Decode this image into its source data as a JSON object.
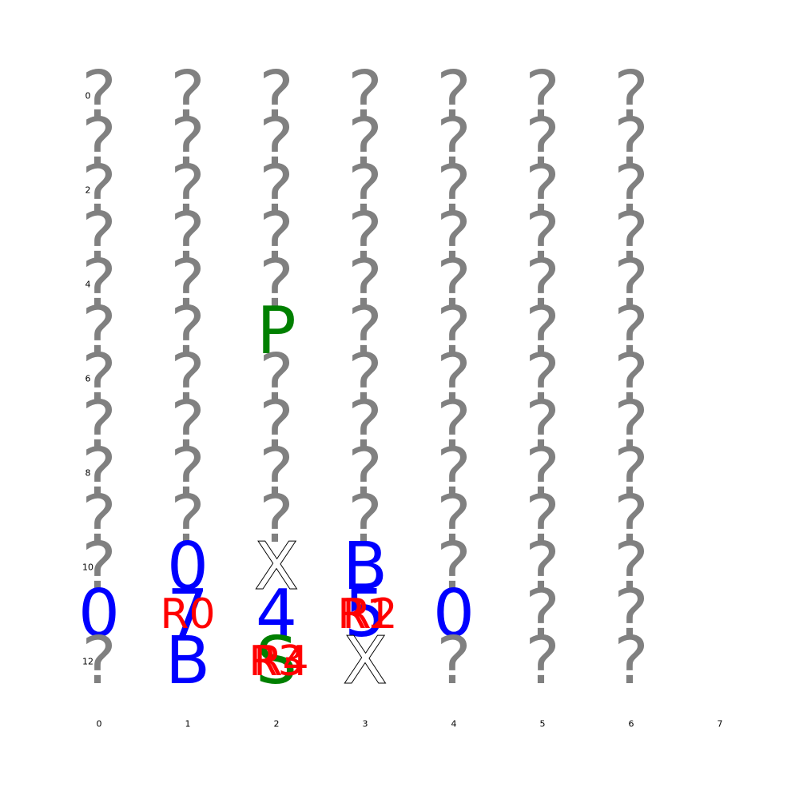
{
  "grid": {
    "columns": 7,
    "rows": 13,
    "unknown_symbol": "?",
    "cells": [
      {
        "col": 2,
        "row": 5,
        "text": "P",
        "kind": "green"
      },
      {
        "col": 0,
        "row": 11,
        "text": "0",
        "kind": "blue"
      },
      {
        "col": 1,
        "row": 10,
        "text": "0",
        "kind": "blue"
      },
      {
        "col": 1,
        "row": 11,
        "text": "7",
        "kind": "blue"
      },
      {
        "col": 1,
        "row": 12,
        "text": "B",
        "kind": "blue"
      },
      {
        "col": 2,
        "row": 10,
        "text": "X",
        "kind": "wall"
      },
      {
        "col": 2,
        "row": 11,
        "text": "4",
        "kind": "blue"
      },
      {
        "col": 2,
        "row": 12,
        "text": "S",
        "kind": "green"
      },
      {
        "col": 3,
        "row": 10,
        "text": "B",
        "kind": "blue"
      },
      {
        "col": 3,
        "row": 11,
        "text": "5",
        "kind": "blue"
      },
      {
        "col": 3,
        "row": 12,
        "text": "X",
        "kind": "wall"
      },
      {
        "col": 4,
        "row": 11,
        "text": "0",
        "kind": "blue"
      }
    ],
    "overlays": [
      {
        "col": 1,
        "row": 11,
        "text": "R0",
        "kind": "red"
      },
      {
        "col": 2,
        "row": 12,
        "text": "R3",
        "kind": "red"
      },
      {
        "col": 2,
        "row": 12,
        "text": "R4",
        "kind": "red"
      },
      {
        "col": 3,
        "row": 11,
        "text": "R1",
        "kind": "red"
      },
      {
        "col": 3,
        "row": 11,
        "text": "R2",
        "kind": "red"
      }
    ]
  },
  "axes": {
    "x_ticks": [
      "0",
      "1",
      "2",
      "3",
      "4",
      "5",
      "6",
      "7"
    ],
    "y_ticks": [
      "0",
      "2",
      "4",
      "6",
      "8",
      "10",
      "12"
    ]
  },
  "colors": {
    "unknown": "#808080",
    "player": "#008000",
    "value": "#0000ff",
    "robot": "#ff0000",
    "background": "#ffffff"
  }
}
